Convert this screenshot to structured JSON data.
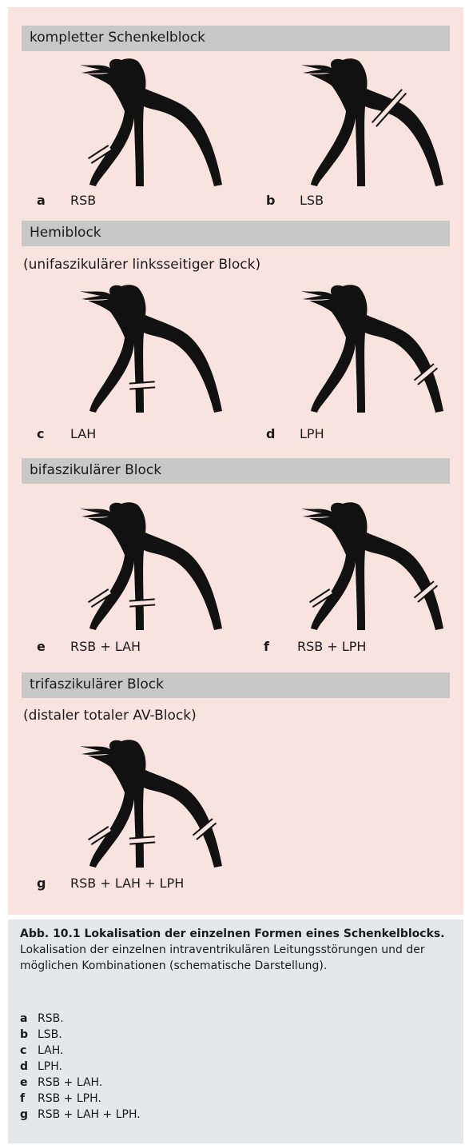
{
  "sections": [
    {
      "title": "kompletter Schenkelblock",
      "subtitle": ""
    },
    {
      "title": "Hemiblock",
      "subtitle": "(unifaszikulärer linksseitiger Block)"
    },
    {
      "title": "bifaszikulärer Block",
      "subtitle": ""
    },
    {
      "title": "trifaszikulärer Block",
      "subtitle": "(distaler totaler AV-Block)"
    }
  ],
  "panels": [
    {
      "letter": "a",
      "label": "RSB",
      "blocks": [
        "right"
      ]
    },
    {
      "letter": "b",
      "label": "LSB",
      "blocks": [
        "left-main"
      ]
    },
    {
      "letter": "c",
      "label": "LAH",
      "blocks": [
        "left-anterior"
      ]
    },
    {
      "letter": "d",
      "label": "LPH",
      "blocks": [
        "left-posterior"
      ]
    },
    {
      "letter": "e",
      "label": "RSB + LAH",
      "blocks": [
        "right",
        "left-anterior"
      ]
    },
    {
      "letter": "f",
      "label": "RSB + LPH",
      "blocks": [
        "right",
        "left-posterior"
      ]
    },
    {
      "letter": "g",
      "label": "RSB + LAH + LPH",
      "blocks": [
        "right",
        "left-anterior",
        "left-posterior"
      ]
    }
  ],
  "caption": {
    "bold": "Abb. 10.1 Lokalisation der einzelnen Formen eines Schenkelblocks.",
    "text": " Lokalisation der einzelnen intraventrikulären Leitungsstörungen und der möglichen Kombinationen (schematische Darstellung).",
    "items": [
      {
        "letter": "a",
        "text": "RSB."
      },
      {
        "letter": "b",
        "text": "LSB."
      },
      {
        "letter": "c",
        "text": "LAH."
      },
      {
        "letter": "d",
        "text": "LPH."
      },
      {
        "letter": "e",
        "text": "RSB + LAH."
      },
      {
        "letter": "f",
        "text": "RSB + LPH."
      },
      {
        "letter": "g",
        "text": "RSB + LAH + LPH."
      }
    ]
  }
}
